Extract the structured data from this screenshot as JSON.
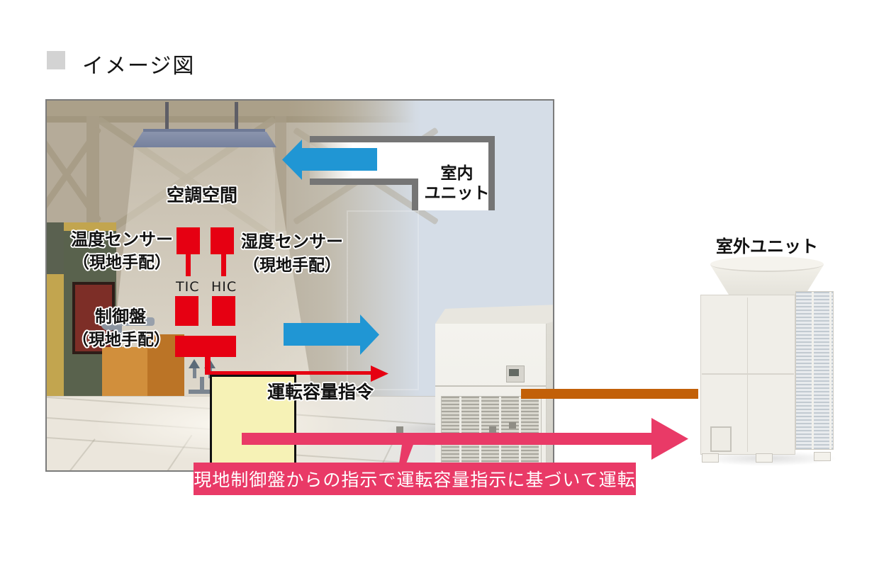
{
  "title": {
    "text": "イメージ図"
  },
  "diagram": {
    "labels": {
      "space": "空調空間",
      "temp_sensor_line1": "温度センサー",
      "temp_sensor_line2": "（現地手配）",
      "humidity_sensor_line1": "湿度センサー",
      "humidity_sensor_line2": "（現地手配）",
      "control_panel_line1": "制御盤",
      "control_panel_line2": "（現地手配）",
      "tic": "TIC",
      "hic": "HIC",
      "capacity_command": "運転容量指令",
      "indoor_unit_line1": "室内",
      "indoor_unit_line2": "ユニット",
      "outdoor_unit": "室外ユニット",
      "banner": "現地制御盤からの指示で運転容量指示に基づいて運転"
    },
    "colors": {
      "sensor_red": "#e60012",
      "airflow_blue": "#2096d4",
      "signal_pink": "#e93a67",
      "refrigerant_pipe_orange": "#c26008",
      "duct_gray": "#757575",
      "panel_cream": "#f6f2b6",
      "room_tan": "#b5ab99",
      "room_bluegray": "#d5dde7"
    }
  }
}
